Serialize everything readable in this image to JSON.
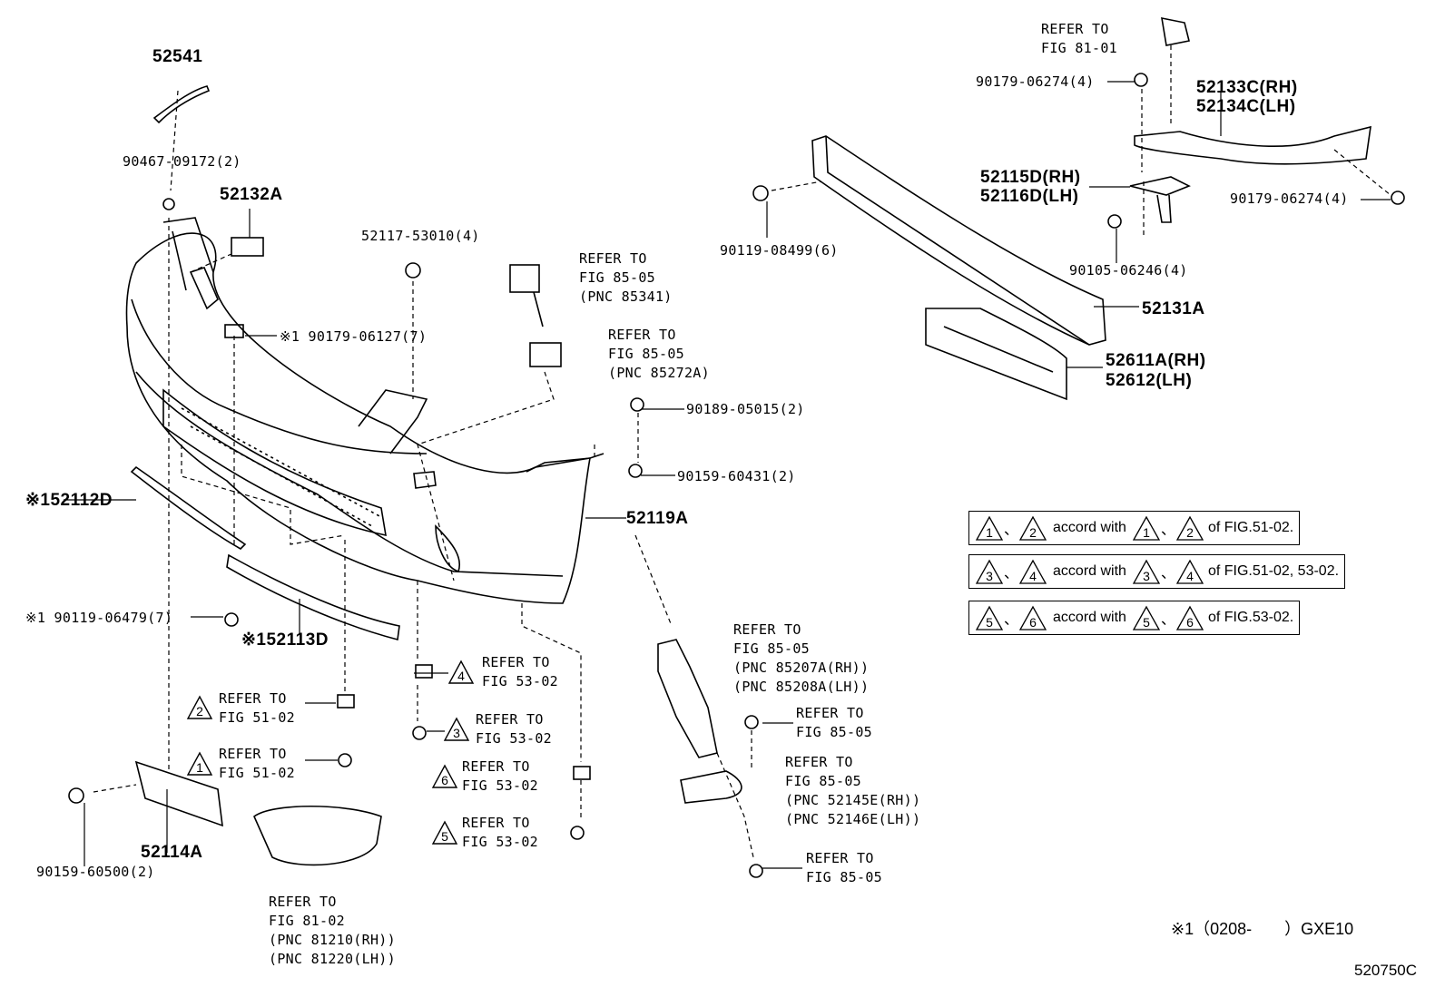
{
  "part_labels": {
    "p52541": "52541",
    "p90467": "90467-09172(2)",
    "p52132A": "52132A",
    "p52117": "52117-53010(4)",
    "p90179_06127": "※1 90179-06127(7)",
    "p152112D": "※152112D",
    "p90119_06479": "※1 90119-06479(7)",
    "p152113D": "※152113D",
    "p52119A": "52119A",
    "p90189": "90189-05015(2)",
    "p90159_60431": "90159-60431(2)",
    "p52114A": "52114A",
    "p90159_60500": "90159-60500(2)",
    "p90119_08499": "90119-08499(6)",
    "p52131A": "52131A",
    "p52611A": "52611A(RH)",
    "p52612": "52612(LH)",
    "p90179_06274a": "90179-06274(4)",
    "p90179_06274b": "90179-06274(4)",
    "p52133C": "52133C(RH)",
    "p52134C": "52134C(LH)",
    "p52115D": "52115D(RH)",
    "p52116D": "52116D(LH)",
    "p90105": "90105-06246(4)"
  },
  "refer_labels": {
    "r81_01": "REFER TO\nFIG 81-01",
    "r85341": "REFER TO\nFIG 85-05\n(PNC 85341)",
    "r85272A": "REFER TO\nFIG 85-05\n(PNC 85272A)",
    "r85207": "REFER TO\nFIG 85-05\n(PNC 85207A(RH))\n(PNC 85208A(LH))",
    "r85_05a": "REFER TO\nFIG 85-05",
    "r52145": "REFER TO\nFIG 85-05\n(PNC 52145E(RH))\n(PNC 52146E(LH))",
    "r85_05b": "REFER TO\nFIG 85-05",
    "r81210": "REFER TO\nFIG 81-02\n(PNC 81210(RH))\n(PNC 81220(LH))",
    "r51_02_2": "REFER TO\nFIG 51-02",
    "r51_02_1": "REFER TO\nFIG 51-02",
    "r53_02_4": "REFER TO\nFIG 53-02",
    "r53_02_3": "REFER TO\nFIG 53-02",
    "r53_02_6": "REFER TO\nFIG 53-02",
    "r53_02_5": "REFER TO\nFIG 53-02"
  },
  "triangle_numbers": {
    "t4": "4",
    "t3": "3",
    "t6": "6",
    "t5": "5",
    "t2": "2",
    "t1": "1"
  },
  "accord_boxes": [
    {
      "a": "1",
      "b": "2",
      "sep": "、",
      "mid": "accord with",
      "ref": "of FIG.51-02."
    },
    {
      "a": "3",
      "b": "4",
      "sep": "、",
      "mid": "accord with",
      "ref": "of FIG.51-02, 53-02."
    },
    {
      "a": "5",
      "b": "6",
      "sep": "、",
      "mid": "accord with",
      "ref": "of FIG.53-02."
    }
  ],
  "footnote": "※1（0208-　　）GXE10",
  "figure_code": "520750C"
}
